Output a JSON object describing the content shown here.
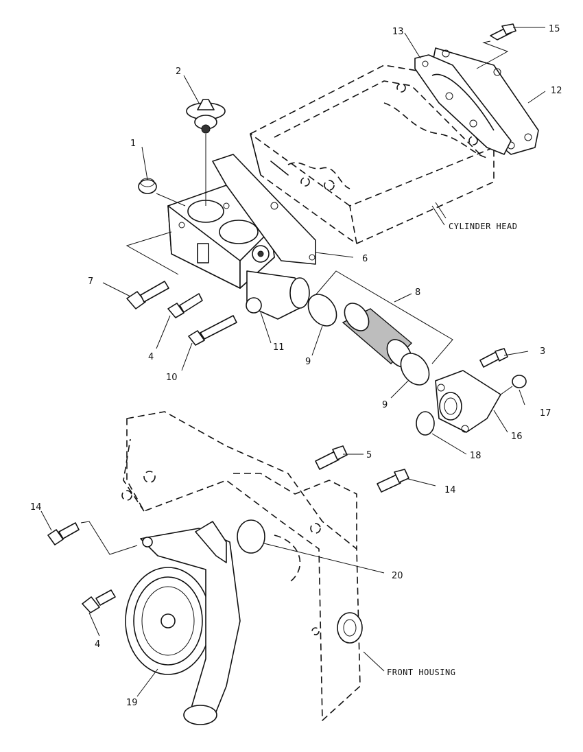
{
  "callouts": [
    {
      "id": "1",
      "text": "1"
    },
    {
      "id": "2",
      "text": "2"
    },
    {
      "id": "3",
      "text": "3"
    },
    {
      "id": "4a",
      "text": "4"
    },
    {
      "id": "4b",
      "text": "4"
    },
    {
      "id": "5",
      "text": "5"
    },
    {
      "id": "6",
      "text": "6"
    },
    {
      "id": "7",
      "text": "7"
    },
    {
      "id": "8",
      "text": "8"
    },
    {
      "id": "9a",
      "text": "9"
    },
    {
      "id": "9b",
      "text": "9"
    },
    {
      "id": "10",
      "text": "10"
    },
    {
      "id": "11",
      "text": "11"
    },
    {
      "id": "12",
      "text": "12"
    },
    {
      "id": "13",
      "text": "13"
    },
    {
      "id": "14a",
      "text": "14"
    },
    {
      "id": "14b",
      "text": "14"
    },
    {
      "id": "15",
      "text": "15"
    },
    {
      "id": "16",
      "text": "16"
    },
    {
      "id": "17",
      "text": "17"
    },
    {
      "id": "18",
      "text": "18"
    },
    {
      "id": "19",
      "text": "19"
    },
    {
      "id": "20",
      "text": "20"
    }
  ],
  "reference_labels": {
    "cylinder_head": "CYLINDER HEAD",
    "front_housing": "FRONT HOUSING"
  }
}
